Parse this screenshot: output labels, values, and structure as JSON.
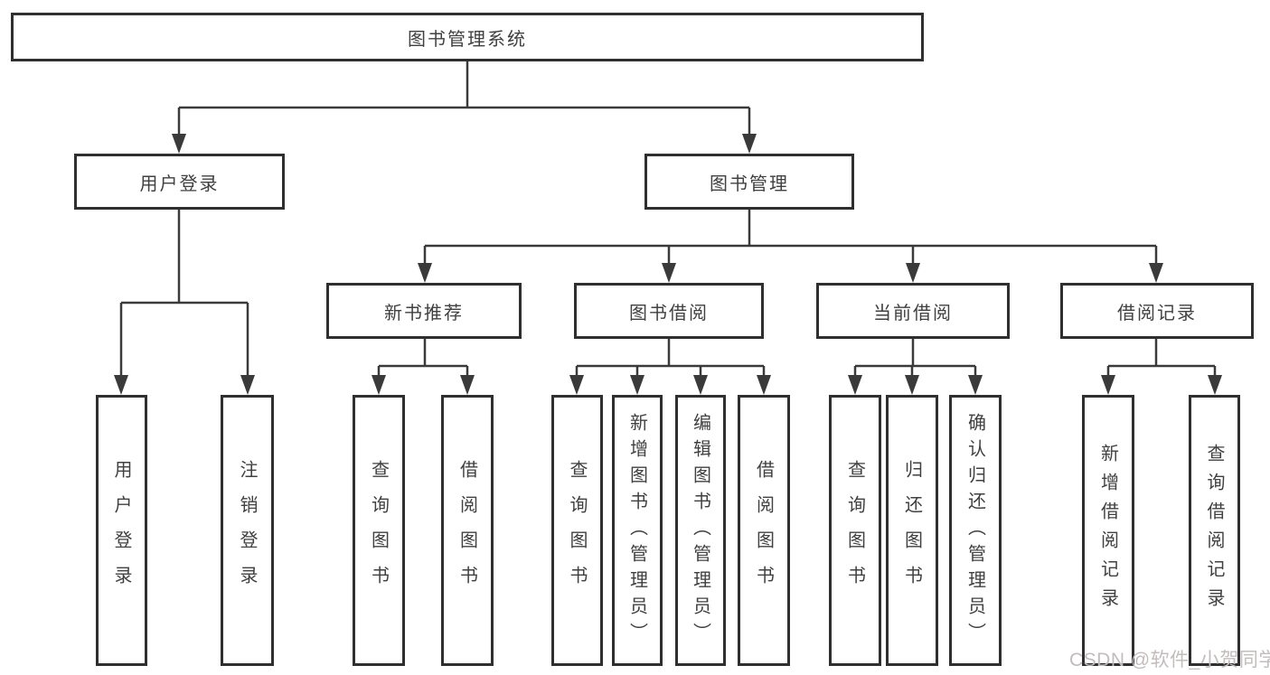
{
  "tree": {
    "root": {
      "label": "图书管理系统"
    },
    "branches": [
      {
        "label": "用户登录",
        "children": [
          {
            "label": "用户登录"
          },
          {
            "label": "注销登录"
          }
        ]
      },
      {
        "label": "图书管理",
        "children": [
          {
            "label": "新书推荐",
            "children": [
              {
                "label": "查询图书"
              },
              {
                "label": "借阅图书"
              }
            ]
          },
          {
            "label": "图书借阅",
            "children": [
              {
                "label": "查询图书"
              },
              {
                "label": "新增图书（管理员）"
              },
              {
                "label": "编辑图书（管理员）"
              },
              {
                "label": "借阅图书"
              }
            ]
          },
          {
            "label": "当前借阅",
            "children": [
              {
                "label": "查询图书"
              },
              {
                "label": "归还图书"
              },
              {
                "label": "确认归还（管理员）"
              }
            ]
          },
          {
            "label": "借阅记录",
            "children": [
              {
                "label": "新增借阅记录"
              },
              {
                "label": "查询借阅记录"
              }
            ]
          }
        ]
      }
    ]
  },
  "watermark": {
    "text": "CSDN @软件_小贺同学"
  },
  "colors": {
    "line": "#3a3a3a",
    "box_border": "#2f2f2f",
    "text": "#404040",
    "watermark": "#c2bcbc",
    "background": "#ffffff"
  }
}
